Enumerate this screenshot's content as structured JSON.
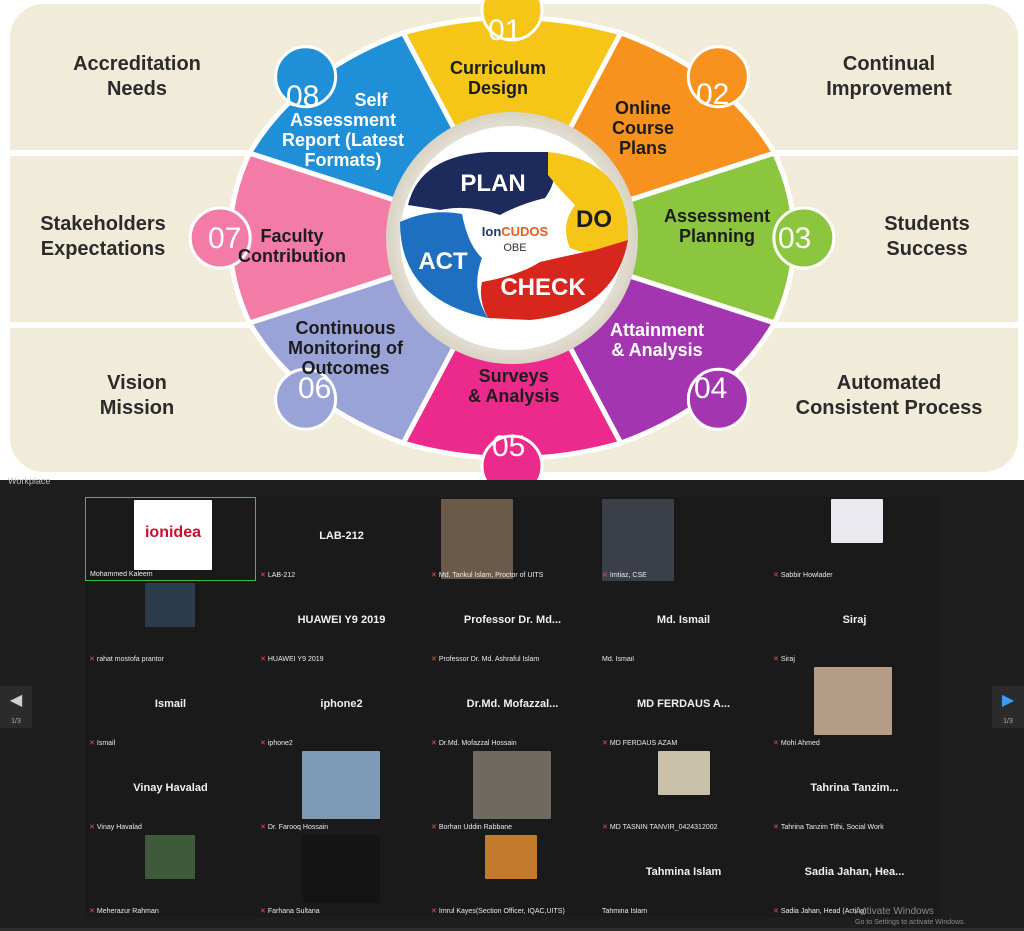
{
  "infographic": {
    "corners": {
      "top_left": [
        "Accreditation",
        "Needs"
      ],
      "top_right": [
        "Continual",
        "Improvement"
      ],
      "mid_left": [
        "Stakeholders",
        "Expectations"
      ],
      "mid_right": [
        "Students",
        "Success"
      ],
      "bottom_left": [
        "Vision",
        "Mission"
      ],
      "bottom_right": [
        "Automated",
        "Consistent Process"
      ]
    },
    "segments": [
      {
        "number": "01",
        "label": "Curriculum Design",
        "color": "#f5c518"
      },
      {
        "number": "02",
        "label": "Online Course Plans",
        "color": "#f7921e"
      },
      {
        "number": "03",
        "label": "Assessment Planning",
        "color": "#8cc63f"
      },
      {
        "number": "04",
        "label": "Attainment & Analysis",
        "color": "#a336b0"
      },
      {
        "number": "05",
        "label": "Surveys & Analysis",
        "color": "#ec2a8c"
      },
      {
        "number": "06",
        "label": "Continuous Monitoring of Outcomes",
        "color": "#9aa3d8"
      },
      {
        "number": "07",
        "label": "Faculty Contribution",
        "color": "#f27ca6"
      },
      {
        "number": "08",
        "label": "Self Assessment Report (Latest Formats)",
        "color": "#1f8fd8"
      }
    ],
    "segment_labels": {
      "s01": [
        "Curriculum",
        "Design"
      ],
      "s02": [
        "Online",
        "Course",
        "Plans"
      ],
      "s03": [
        "Assessment",
        "Planning"
      ],
      "s04": [
        "Attainment",
        "& Analysis"
      ],
      "s05": [
        "Surveys",
        "& Analysis"
      ],
      "s06": [
        "Continuous",
        "Monitoring of",
        "Outcomes"
      ],
      "s07": [
        "Faculty",
        "Contribution"
      ],
      "s08": [
        "Self",
        "Assessment",
        "Report (Latest",
        "Formats)"
      ]
    },
    "hub": {
      "plan": "PLAN",
      "do": "DO",
      "check": "CHECK",
      "act": "ACT",
      "brand_a": "Ion",
      "brand_b": "CUDOS",
      "brand_sub": "OBE",
      "colors": {
        "plan": "#1d2a5c",
        "do": "#f5c518",
        "check": "#d7261e",
        "act": "#1f6fc0"
      }
    }
  },
  "meeting": {
    "gallery_label": "Workplace",
    "page_indicator": "1/3",
    "nav_prev_icon": "chevron-left-icon",
    "nav_next_icon": "chevron-right-icon",
    "tiles": [
      {
        "name": "",
        "caption": "Mohammed Kaleem",
        "logo_text": "ionidea",
        "video": true,
        "active": true,
        "muted": false
      },
      {
        "name": "LAB-212",
        "caption": "LAB-212",
        "video": false,
        "muted": true
      },
      {
        "name": "",
        "caption": "Md. Tarikul Islam, Proctor of UITS",
        "video": true,
        "muted": true
      },
      {
        "name": "",
        "caption": "Imtiaz, CSE",
        "video": true,
        "muted": true
      },
      {
        "name": "",
        "caption": "Sabbir Howlader",
        "video": true,
        "muted": true
      },
      {
        "name": "",
        "caption": "rahat mostofa prantor",
        "video": true,
        "muted": true
      },
      {
        "name": "HUAWEI Y9 2019",
        "caption": "HUAWEI Y9 2019",
        "video": false,
        "muted": true
      },
      {
        "name": "Professor Dr. Md...",
        "caption": "Professor Dr. Md. Ashraful Islam",
        "video": false,
        "muted": true
      },
      {
        "name": "Md. Ismail",
        "caption": "Md. Ismail",
        "video": false,
        "muted": false
      },
      {
        "name": "Siraj",
        "caption": "Siraj",
        "video": false,
        "muted": true
      },
      {
        "name": "Ismail",
        "caption": "Ismail",
        "video": false,
        "muted": true
      },
      {
        "name": "iphone2",
        "caption": "iphone2",
        "video": false,
        "muted": true
      },
      {
        "name": "Dr.Md. Mofazzal...",
        "caption": "Dr.Md. Mofazzal Hossain",
        "video": false,
        "muted": true
      },
      {
        "name": "MD FERDAUS A...",
        "caption": "MD FERDAUS AZAM",
        "video": false,
        "muted": true
      },
      {
        "name": "",
        "caption": "Mohi Ahmed",
        "video": true,
        "muted": true
      },
      {
        "name": "Vinay Havalad",
        "caption": "Vinay Havalad",
        "video": false,
        "muted": true
      },
      {
        "name": "",
        "caption": "Dr. Farooq Hossain",
        "video": true,
        "muted": true
      },
      {
        "name": "",
        "caption": "Borhan Uddin Rabbane",
        "video": true,
        "muted": true
      },
      {
        "name": "",
        "caption": "MD TASNIN TANVIR_0424312002",
        "video": true,
        "muted": true
      },
      {
        "name": "Tahrina Tanzim...",
        "caption": "Tahrina Tanzim Tithi, Social Work",
        "video": false,
        "muted": true
      },
      {
        "name": "",
        "caption": "Meherazur Rahman",
        "video": true,
        "muted": true
      },
      {
        "name": "",
        "caption": "Farhana Sultana",
        "video": true,
        "muted": true
      },
      {
        "name": "",
        "caption": "Imrul Kayes(Section Officer, IQAC,UITS)",
        "video": true,
        "muted": true
      },
      {
        "name": "Tahmina Islam",
        "caption": "Tahmina Islam",
        "video": false,
        "muted": false
      },
      {
        "name": "Sadia Jahan, Hea...",
        "caption": "Sadia Jahan, Head (Acting)",
        "video": false,
        "muted": true
      }
    ],
    "watermark": {
      "line1": "Activate Windows",
      "line2": "Go to Settings to activate Windows."
    }
  }
}
